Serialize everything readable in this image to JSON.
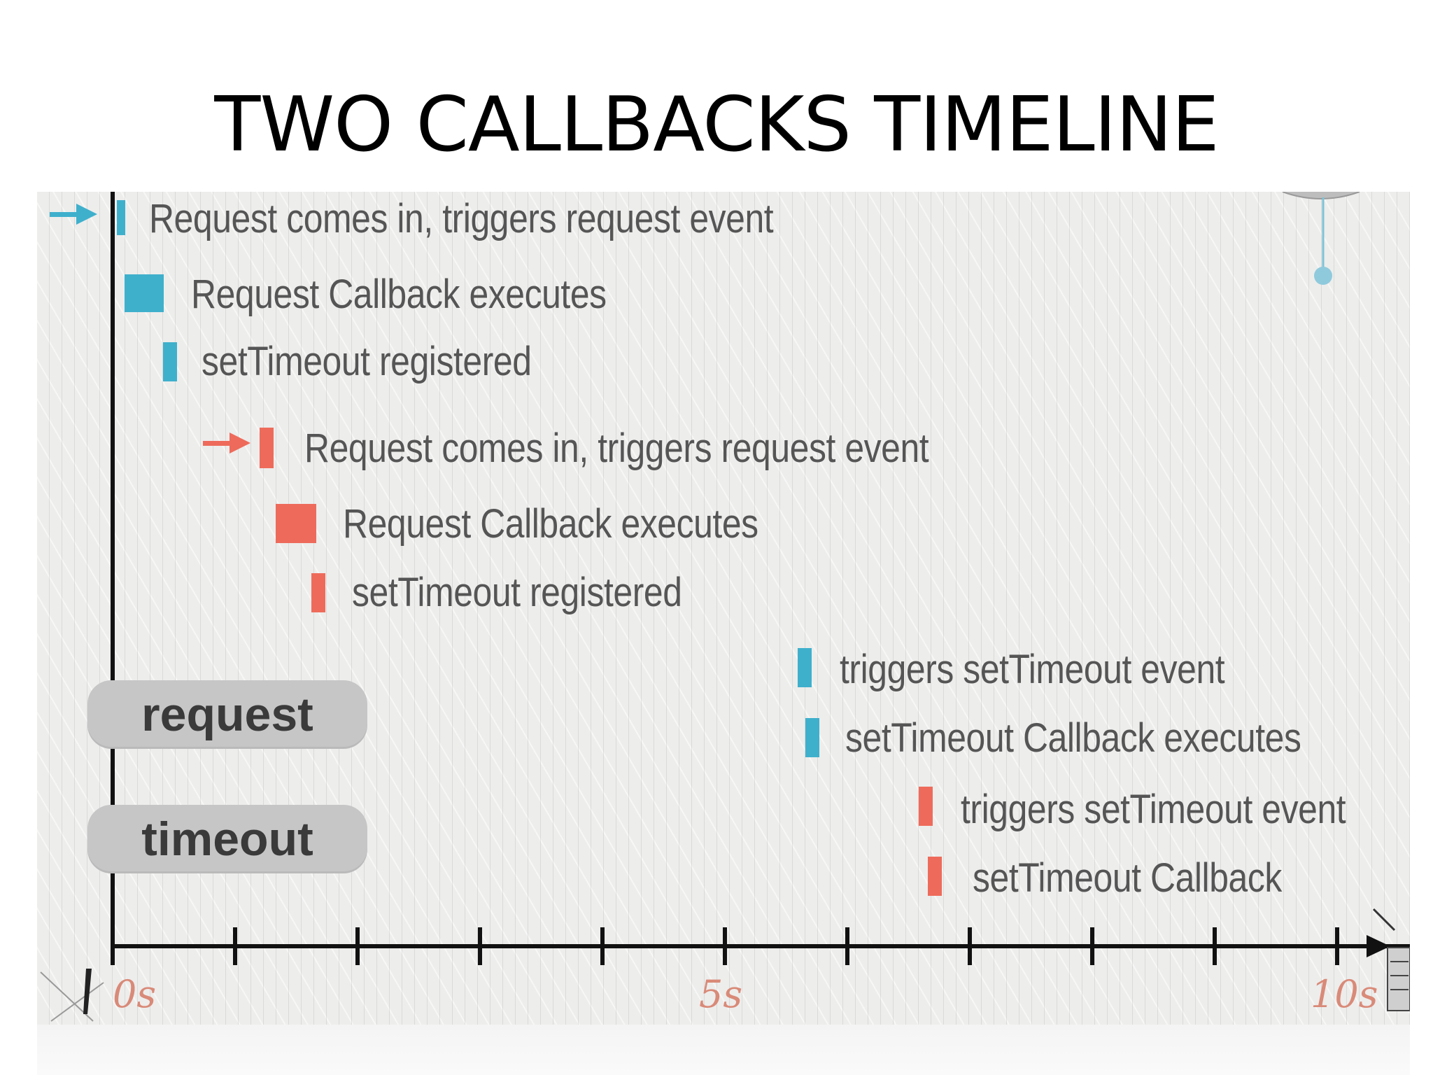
{
  "title": "TWO CALLBACKS TIMELINE",
  "colors": {
    "request_1": "#3fb0cc",
    "request_2": "#ee6b5b",
    "axis": "#111111",
    "tick_label": "#d98a78"
  },
  "legend": {
    "request": "request",
    "timeout": "timeout"
  },
  "axis": {
    "labels": [
      "0s",
      "5s",
      "10s"
    ]
  },
  "events": {
    "blue_request_in": "Request comes in, triggers request event",
    "blue_callback": "Request Callback executes",
    "blue_settimeout": "setTimeout registered",
    "red_request_in": "Request comes in, triggers request event",
    "red_callback": "Request Callback executes",
    "red_settimeout": "setTimeout registered",
    "blue_timeout_event": "triggers setTimeout event",
    "blue_timeout_callback": "setTimeout Callback executes",
    "red_timeout_event": "triggers setTimeout event",
    "red_timeout_callback": "setTimeout Callback"
  }
}
